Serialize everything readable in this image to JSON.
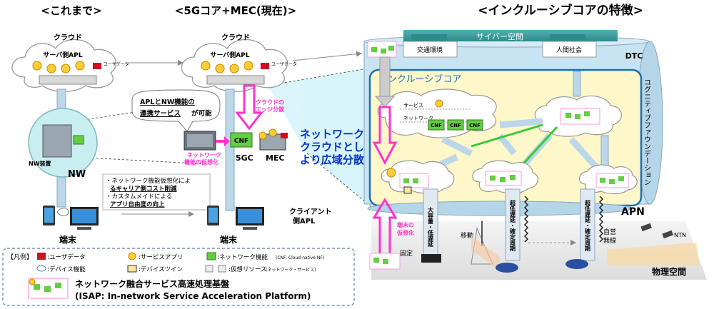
{
  "headers": {
    "before": "<これまで>",
    "current": "<5Gコア+MEC(現在)>",
    "inclusive": "<インクルーシブコアの特徴>"
  },
  "left": {
    "cloud_label": "クラウド",
    "server_apl": "サーバ側APL",
    "user_data": "ユーザデータ",
    "nw_device": "NW装置",
    "nw": "NW",
    "terminal": "端末"
  },
  "mid": {
    "cloud_label": "クラウド",
    "server_apl": "サーバ側APL",
    "user_data": "ユーザデータ",
    "callout_line1": "APLとNW機能の",
    "callout_line2a": "連携サービス",
    "callout_line2b": "が可能",
    "edge_line1": "クラウドの",
    "edge_line2": "エッジ分散",
    "nw_virt_line1": "ネットワーク",
    "nw_virt_line2": "機能の仮想化",
    "cnf": "CNF",
    "fivegc": "5GC",
    "mec": "MEC",
    "client_line1": "クライアント",
    "client_line2": "側APL",
    "terminal": "端末",
    "bullets": [
      "・ネットワーク機能仮想化によ",
      "るキャリア側コスト削減",
      "・カスタムメイドによる",
      "アプリ自由度の向上"
    ]
  },
  "center": {
    "line1": "ネットワーク内",
    "line2": "クラウドとして",
    "line3": "より広域分散"
  },
  "right": {
    "cyber_space": "サイバー空間",
    "traffic_env": "交通環境",
    "human_society": "人間社会",
    "dtc": "DTC",
    "inclusive_core": "インクルーシブコア",
    "cognitive": "コグニティブファウンデーション",
    "service": "サービス",
    "network": "ネットワーク",
    "cnf": "CNF",
    "apn": "APN",
    "large_capacity": "大容量・低遅延",
    "ultra_low_latency": "超低遅延・確定周期",
    "device_virt_line1": "端末の",
    "device_virt_line2": "仮想化",
    "fixed": "固定",
    "mobile": "移動",
    "private_wireless_line1": "自営",
    "private_wireless_line2": "無線",
    "ntn": "NTN",
    "physical_space": "物理空間"
  },
  "legend": {
    "title": "【凡例】",
    "user_data": ":ユーザデータ",
    "service_app": ":サービスアプリ",
    "nw_function": ":ネットワーク機能",
    "cnf_note": "(CNF: Cloud-native NF)",
    "device_function": ":デバイス機能",
    "device_twin": ":デバイスツイン",
    "virtual_resource": ":仮想リソース",
    "virtual_note": "(ネットワーク・サービス)",
    "isap_line1": "ネットワーク融合サービス高速処理基盤",
    "isap_line2": "(ISAP: In-network Service Acceleration Platform)"
  },
  "colors": {
    "green": "#66cc44",
    "magenta": "#ff33cc",
    "red": "#cc1122",
    "yellow": "#ffcc33",
    "blue_text": "#0033cc",
    "core_fill": "#fdf7c9",
    "core_border": "#1a6fb8",
    "pipe": "#bcd6ea"
  }
}
